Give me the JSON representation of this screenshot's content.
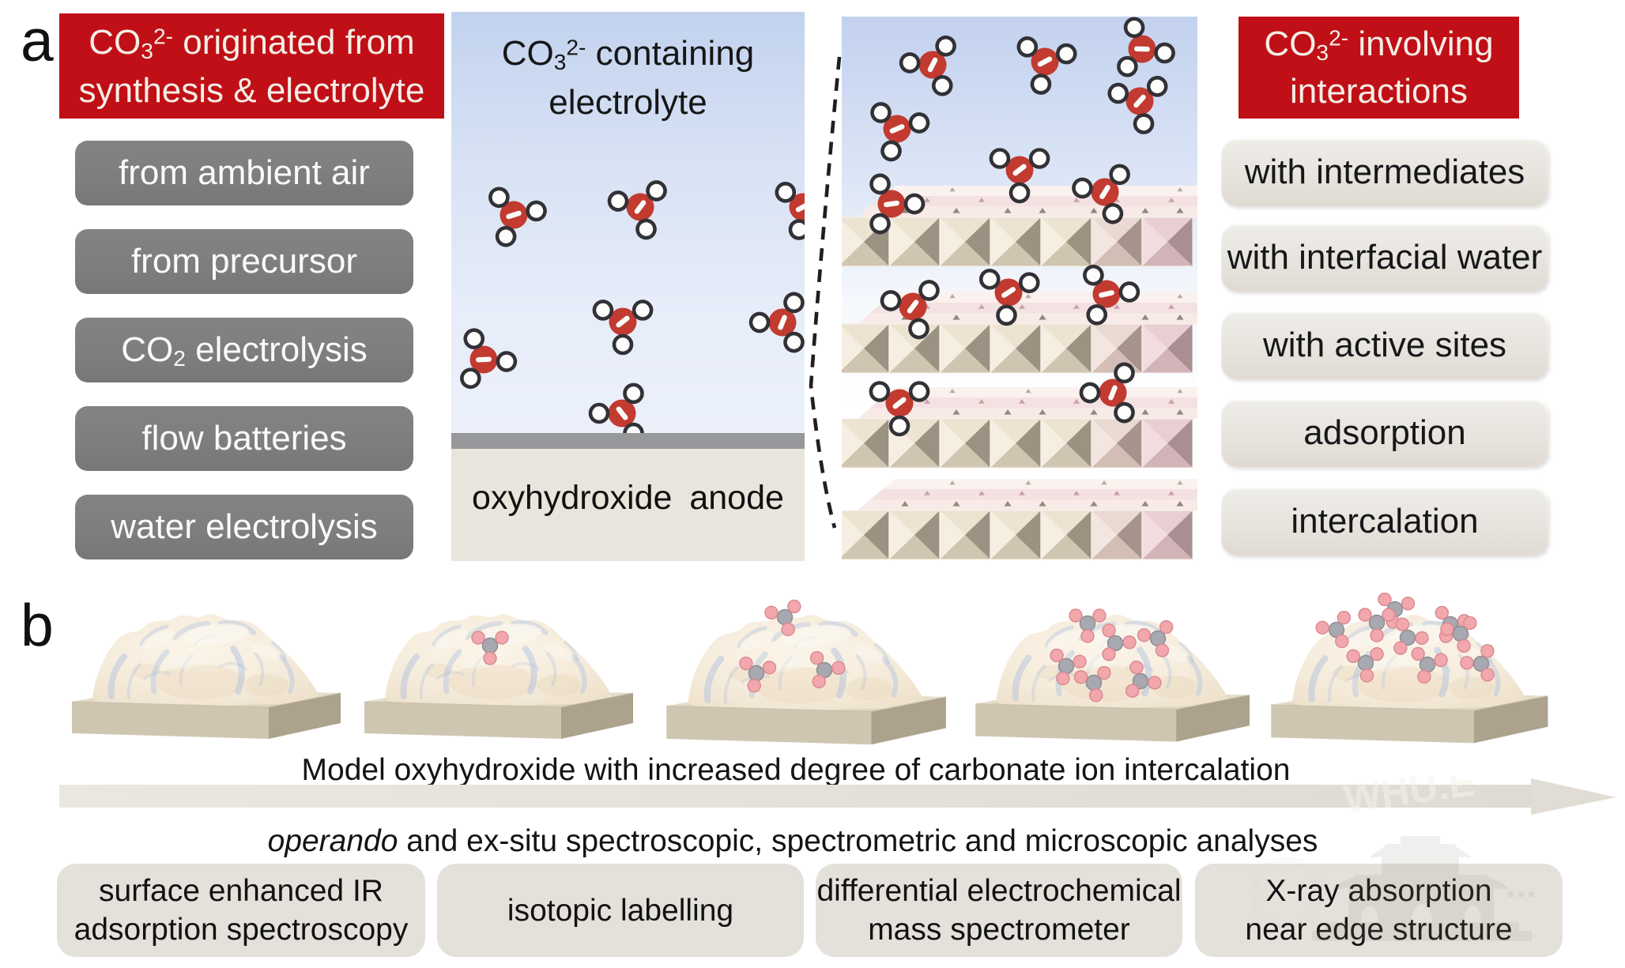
{
  "figure": {
    "panel_a": {
      "label": "a",
      "origin": {
        "header_line1": "CO_3_^2-^ originated from",
        "header_line2": "synthesis & electrolyte",
        "items": [
          "from ambient air",
          "from precursor",
          "CO_2_ electrolysis",
          "flow batteries",
          "water electrolysis"
        ]
      },
      "electrolyte": {
        "title_line1": "CO_3_^2-^ containing",
        "title_line2": "electrolyte",
        "anode_label": "oxyhydroxide anode"
      },
      "interactions": {
        "header_line1": "CO_3_^2-^ involving",
        "header_line2": "interactions",
        "items": [
          "with intermediates",
          "with interfacial water",
          "with active sites",
          "adsorption",
          "intercalation"
        ]
      }
    },
    "panel_b": {
      "label": "b",
      "caption_models": "Model oxyhydroxide with increased degree of carbonate ion intercalation",
      "caption_methods": "*operando* and ex-situ spectroscopic, spectrometric and microscopic analyses",
      "methods": [
        {
          "line1": "surface enhanced IR",
          "line2": "adsorption spectroscopy"
        },
        {
          "line1": "isotopic labelling",
          "line2": ""
        },
        {
          "line1": "differential electrochemical",
          "line2": "mass spectrometer"
        },
        {
          "line1": "X-ray absorption",
          "line2": "near edge structure"
        }
      ],
      "watermark_text": "WHU.E"
    },
    "colors": {
      "header_red": "#C00F16",
      "header_text": "#F4EEE6",
      "origin_box_gray": "#7E7E80",
      "interaction_box_gray": "#E7E4DE",
      "ion_red": "#C23A30",
      "electrolyte_blue": "#C2D2EE",
      "anode_beige": "#E9E5DC",
      "band_gray": "#96989A"
    }
  }
}
